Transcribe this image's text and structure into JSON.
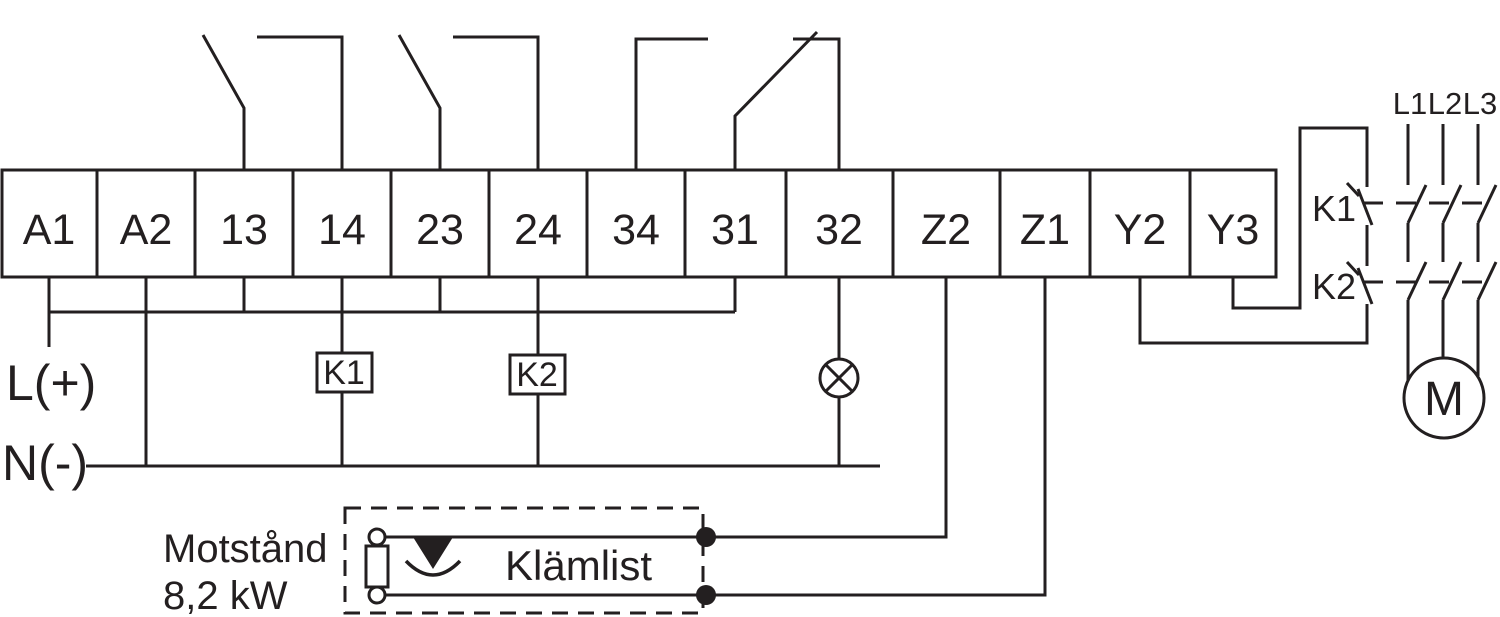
{
  "colors": {
    "ink": "#231f20",
    "background": "#ffffff"
  },
  "terminal_block": {
    "labels": [
      "A1",
      "A2",
      "13",
      "14",
      "23",
      "24",
      "34",
      "31",
      "32",
      "Z2",
      "Z1",
      "Y2",
      "Y3"
    ]
  },
  "supply": {
    "positive": "L(+)",
    "negative": "N(-)"
  },
  "coils": [
    {
      "label": "K1"
    },
    {
      "label": "K2"
    }
  ],
  "power_circuit": {
    "phase_labels": [
      "L1",
      "L2",
      "L3"
    ],
    "contact_labels": [
      "K1",
      "K2"
    ],
    "motor_label": "M"
  },
  "brake_resistor": {
    "caption_line1": "Motstånd",
    "caption_line2": "8,2 kW",
    "strip_label": "Klämlist"
  },
  "icons": {
    "indicator_lamp": "crossed-circle",
    "resistor": "rect-with-terminal-circles",
    "brake_symbol": "filled-triangle-down-over-arc",
    "junction_dot": "filled-circle",
    "motor": "circle-with-M"
  }
}
